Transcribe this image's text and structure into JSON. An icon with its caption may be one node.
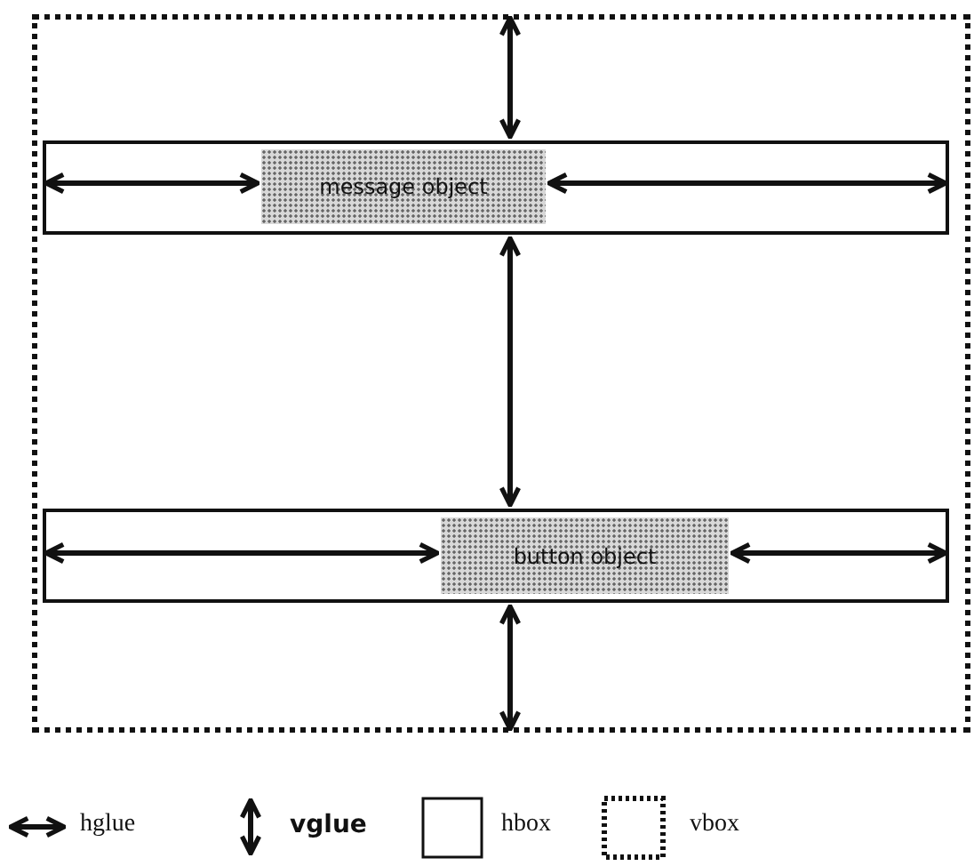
{
  "diagram": {
    "nodes": [
      {
        "text": [],
        "shape": "box"
      },
      {
        "text": [],
        "shape": "box",
        "in": 0
      },
      {
        "text": [
          "message object"
        ],
        "in": 1
      },
      {
        "text": [],
        "shape": "box",
        "in": 0
      },
      {
        "text": [
          "button object"
        ],
        "in": 3
      }
    ],
    "edges": [
      {
        "from": 0,
        "to": 1,
        "arrow": "both"
      },
      {
        "from": 1,
        "to": 2,
        "arrow": "both"
      },
      {
        "from": 2,
        "to": 1,
        "arrow": "both"
      },
      {
        "from": 1,
        "to": 3,
        "arrow": "both"
      },
      {
        "from": 3,
        "to": 4,
        "arrow": "both"
      },
      {
        "from": 4,
        "to": 3,
        "arrow": "both"
      },
      {
        "from": 3,
        "to": 0,
        "arrow": "both"
      }
    ],
    "legend": [
      {
        "text": "hglue"
      },
      {
        "text": "vglue"
      },
      {
        "text": "hbox"
      },
      {
        "text": "vbox"
      }
    ]
  }
}
